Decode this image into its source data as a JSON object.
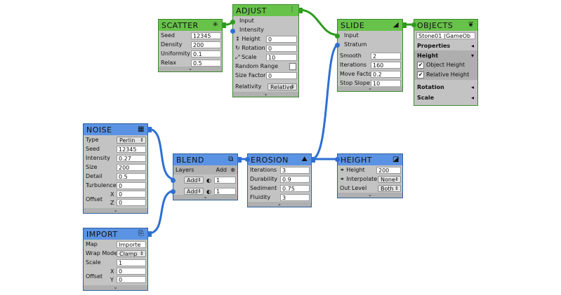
{
  "scatter": {
    "title": "SCATTER",
    "icon": "scatter-icon",
    "fields": [
      {
        "label": "Seed",
        "value": "12345"
      },
      {
        "label": "Density",
        "value": "200"
      },
      {
        "label": "Uniformity",
        "value": "0.1"
      },
      {
        "label": "Relax",
        "value": "0.5"
      }
    ]
  },
  "adjust": {
    "title": "ADJUST",
    "icon": "sliders-icon",
    "inputs": [
      "Input",
      "Intensity"
    ],
    "height_label": "Height",
    "height_value": "0",
    "rotation_label": "Rotation",
    "rotation_value": "0",
    "scale_label": "Scale",
    "scale_value": "10",
    "random_range_label": "Random Range",
    "size_factor_label": "Size Factor",
    "size_factor_value": "0",
    "relativity_label": "Relativity",
    "relativity_value": "Relative"
  },
  "slide": {
    "title": "SLIDE",
    "icon": "slide-icon",
    "inputs": [
      "Input",
      "Stratum"
    ],
    "fields": [
      {
        "label": "Smooth",
        "value": "2"
      },
      {
        "label": "Iterations",
        "value": "160"
      },
      {
        "label": "Move Facto",
        "value": "0.2"
      },
      {
        "label": "Stop Slope",
        "value": "10"
      }
    ]
  },
  "objects": {
    "title": "OBJECTS",
    "icon": "objects-icon",
    "object_field": "Stone01 (GameOb",
    "properties_label": "Properties",
    "height_label": "Height",
    "object_height_label": "Object Height",
    "relative_height_label": "Relative Height",
    "rotation_label": "Rotation",
    "scale_label": "Scale"
  },
  "noise": {
    "title": "NOISE",
    "icon": "noise-icon",
    "type_label": "Type",
    "type_value": "Perlin",
    "fields": [
      {
        "label": "Seed",
        "value": "12345"
      },
      {
        "label": "Intensity",
        "value": "0.27"
      },
      {
        "label": "Size",
        "value": "200"
      },
      {
        "label": "Detail",
        "value": "0.5"
      },
      {
        "label": "Turbulence",
        "value": "0"
      }
    ],
    "offset_label": "Offset",
    "x_label": "X",
    "x_value": "0",
    "z_label": "Z",
    "z_value": "0"
  },
  "blend": {
    "title": "BLEND",
    "icon": "blend-icon",
    "layers_label": "Layers",
    "add_label": "Add",
    "layers": [
      {
        "mode": "Add",
        "opacity": "1"
      },
      {
        "mode": "Add",
        "opacity": "1"
      }
    ]
  },
  "erosion": {
    "title": "EROSION",
    "icon": "erosion-icon",
    "fields": [
      {
        "label": "Iterations",
        "value": "3"
      },
      {
        "label": "Durability",
        "value": "0.9"
      },
      {
        "label": "Sediment",
        "value": "0.75"
      },
      {
        "label": "Fluidity",
        "value": "3"
      }
    ]
  },
  "height": {
    "title": "HEIGHT",
    "icon": "height-icon",
    "height_label": "Height",
    "height_value": "200",
    "interpolate_label": "Interpolate",
    "interpolate_value": "None",
    "outlevel_label": "Out Level",
    "outlevel_value": "Both"
  },
  "import": {
    "title": "IMPORT",
    "icon": "import-icon",
    "map_label": "Map",
    "map_value": "Importe",
    "wrap_label": "Wrap Mode",
    "wrap_value": "Clamp",
    "scale_label": "Scale",
    "scale_value": "1",
    "offset_label": "Offset",
    "x_label": "X",
    "x_value": "0",
    "y_label": "Y",
    "y_value": "0"
  },
  "colors": {
    "green_header": "#67c24a",
    "blue_header": "#5b93e4",
    "body": "#c3c3c3",
    "wire_green": "#2f9b1f",
    "wire_blue": "#2e6fd3"
  }
}
